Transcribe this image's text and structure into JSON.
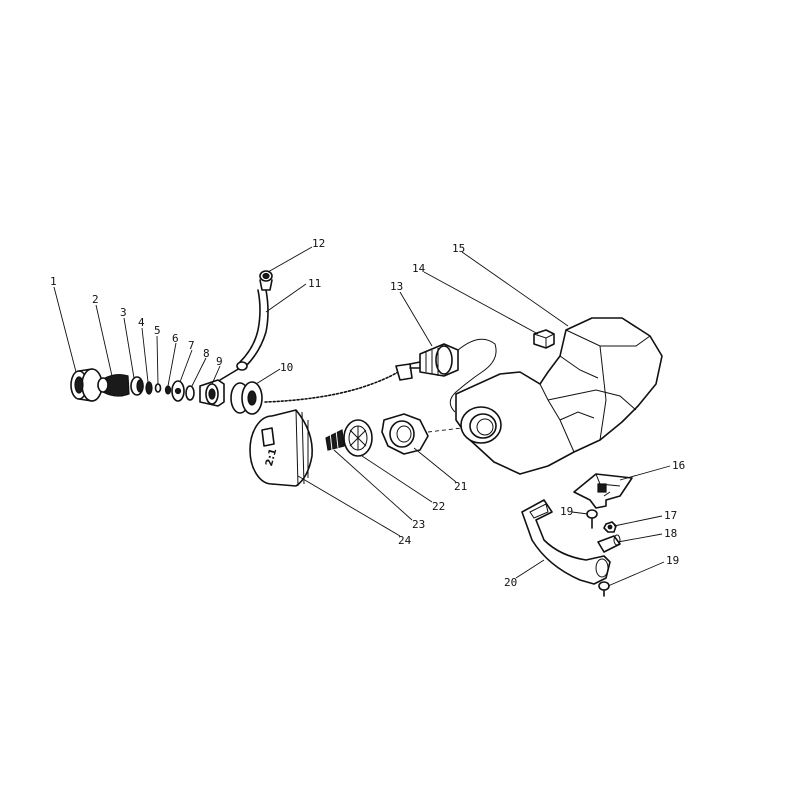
{
  "labels": {
    "p1": "1",
    "p2": "2",
    "p3": "3",
    "p4": "4",
    "p5": "5",
    "p6": "6",
    "p7": "7",
    "p8": "8",
    "p9": "9",
    "p10": "10",
    "p11": "11",
    "p12": "12",
    "p13": "13",
    "p14": "14",
    "p15": "15",
    "p16": "16",
    "p17": "17",
    "p18": "18",
    "p19a": "19",
    "p19b": "19",
    "p20": "20",
    "p21": "21",
    "p22": "22",
    "p23": "23",
    "p24": "24"
  },
  "cap_marking": "2:1"
}
